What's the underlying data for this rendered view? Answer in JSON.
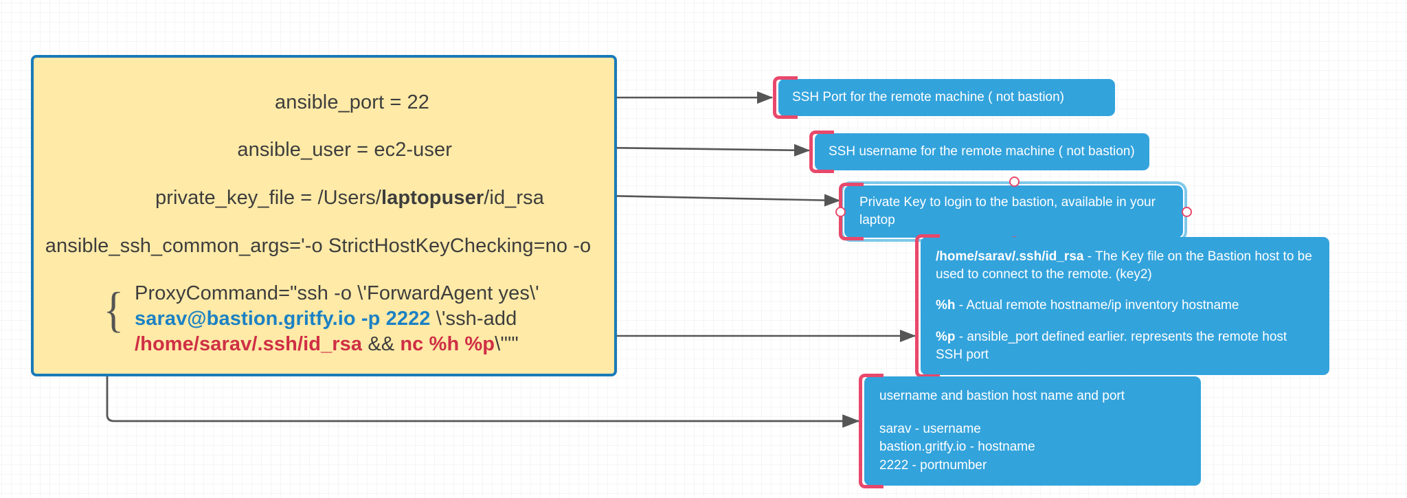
{
  "diagram": {
    "title": "Ansible SSH bastion configuration annotated diagram",
    "colors": {
      "panel_fill": "#ffeaa7",
      "panel_border": "#1a7ab8",
      "callout_fill": "#33a3dc",
      "bracket_pink": "#e8486b",
      "connector_gray": "#555555",
      "text_blue": "#1b81c4",
      "text_red": "#cf2f45",
      "grid_line": "#ececec"
    }
  },
  "config_panel": {
    "ansible_port": "ansible_port = 22",
    "ansible_user": "ansible_user = ec2-user",
    "private_key_file_prefix": "private_key_file = /Users/",
    "private_key_file_bold": "laptopuser",
    "private_key_file_suffix": "/id_rsa",
    "ansible_ssh_common_args": "ansible_ssh_common_args='-o StrictHostKeyChecking=no -o",
    "proxy_line1": "ProxyCommand=\"ssh -o \\'ForwardAgent yes\\'",
    "proxy_line2_blue": "sarav@bastion.gritfy.io -p 2222",
    "proxy_line2_plain": " \\'ssh-add",
    "proxy_line3_red1": "/home/sarav/.ssh/id_rsa",
    "proxy_line3_plain": " && ",
    "proxy_line3_red2": "nc %h %p",
    "proxy_line3_tail": "\\'\"\"",
    "brace_glyph": "{"
  },
  "callouts": {
    "port": {
      "text": "SSH Port for the remote machine ( not bastion)"
    },
    "user": {
      "text": "SSH username for the remote machine ( not bastion)"
    },
    "key": {
      "text": "Private Key to login to the bastion, available in your laptop",
      "selected": true
    },
    "keyfile": {
      "line1_bold": "/home/sarav/.ssh/id_rsa",
      "line1_rest": " -  The Key file on the Bastion host to be used to connect to the remote. (key2)",
      "line2_bold": "%h",
      "line2_rest": " - Actual remote hostname/ip inventory hostname",
      "line3_bold": "%p",
      "line3_rest": " - ansible_port defined earlier. represents the remote host SSH port"
    },
    "bastion": {
      "heading": "username and bastion host name and port",
      "details": "sarav - username\nbastion.gritfy.io - hostname\n2222 - portnumber"
    }
  }
}
